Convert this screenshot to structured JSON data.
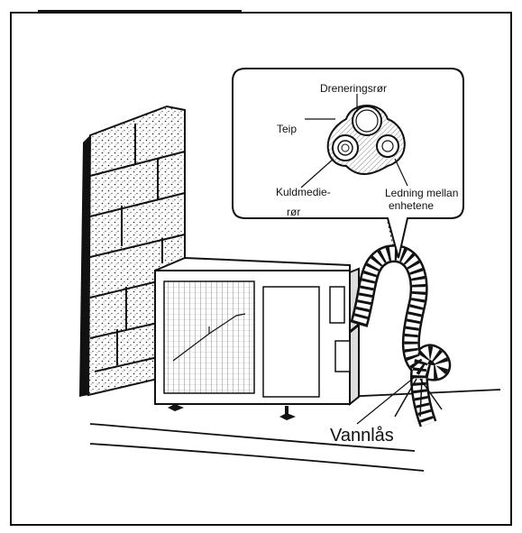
{
  "labels": {
    "drain_pipe": "Dreneringsrør",
    "tape": "Teip",
    "refrigerant_pipe_line1": "Kuldmedie-",
    "refrigerant_pipe_line2": "rør",
    "cable_line1": "Ledning mellan",
    "cable_line2": "enhetene",
    "water_trap": "Vannlås"
  }
}
